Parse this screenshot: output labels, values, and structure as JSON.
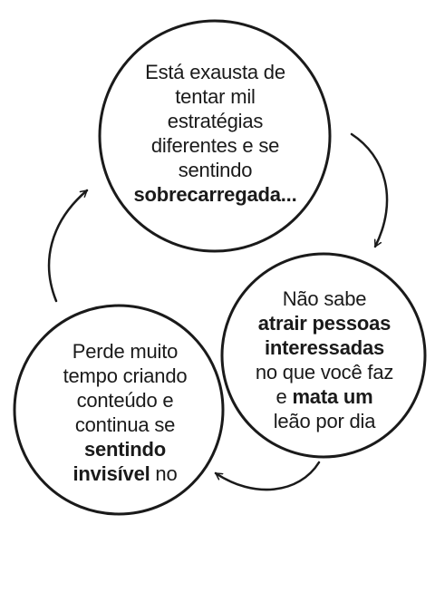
{
  "circles": [
    {
      "lines": [
        [
          {
            "text": "Está exausta de",
            "bold": false
          }
        ],
        [
          {
            "text": "tentar mil",
            "bold": false
          }
        ],
        [
          {
            "text": "estratégias",
            "bold": false
          }
        ],
        [
          {
            "text": "diferentes e se",
            "bold": false
          }
        ],
        [
          {
            "text": "sentindo",
            "bold": false
          }
        ],
        [
          {
            "text": "sobrecarregada...",
            "bold": true
          }
        ]
      ]
    },
    {
      "lines": [
        [
          {
            "text": "Não sabe",
            "bold": false
          }
        ],
        [
          {
            "text": "atrair pessoas",
            "bold": true
          }
        ],
        [
          {
            "text": "interessadas",
            "bold": true
          }
        ],
        [
          {
            "text": "no que você faz",
            "bold": false
          }
        ],
        [
          {
            "text": "e ",
            "bold": false
          },
          {
            "text": "mata um",
            "bold": true
          }
        ],
        [
          {
            "text": "leão por dia",
            "bold": false
          }
        ]
      ]
    },
    {
      "lines": [
        [
          {
            "text": "Perde muito",
            "bold": false
          }
        ],
        [
          {
            "text": "tempo criando",
            "bold": false
          }
        ],
        [
          {
            "text": "conteúdo e",
            "bold": false
          }
        ],
        [
          {
            "text": "continua se",
            "bold": false
          }
        ],
        [
          {
            "text": "sentindo",
            "bold": true
          }
        ],
        [
          {
            "text": "invisível",
            "bold": true
          },
          {
            "text": " no",
            "bold": false
          }
        ]
      ]
    }
  ],
  "colors": {
    "stroke": "#1a1a1a",
    "text": "#1a1a1a",
    "background": "#ffffff"
  },
  "icons": [
    "arrow-icon"
  ]
}
